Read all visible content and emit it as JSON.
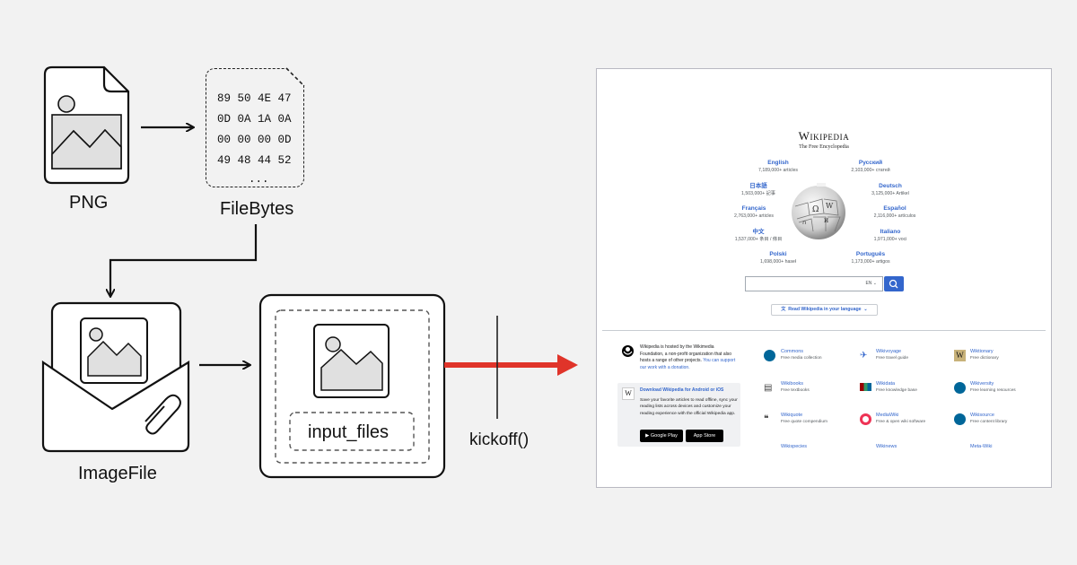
{
  "diagram": {
    "png_label": "PNG",
    "filebytes_label": "FileBytes",
    "hex_rows": [
      "89 50 4E 47",
      "0D 0A 1A 0A",
      "00 00 00 0D",
      "49 48 44 52"
    ],
    "hex_ellipsis": "...",
    "imagefile_label": "ImageFile",
    "input_files_label": "input_files",
    "kickoff_label": "kickoff()",
    "accent_color": "#e0342a"
  },
  "wikipedia": {
    "title": "Wikipedia",
    "subtitle": "The Free Encyclopedia",
    "languages_left": [
      {
        "name": "English",
        "count": "7,189,000+ articles"
      },
      {
        "name": "日本語",
        "count": "1,503,000+ 記事"
      },
      {
        "name": "Français",
        "count": "2,763,000+ articles"
      },
      {
        "name": "中文",
        "count": "1,537,000+ 条目 / 條目"
      },
      {
        "name": "Polski",
        "count": "1,698,000+ haseł"
      }
    ],
    "languages_right": [
      {
        "name": "Русский",
        "count": "2,103,000+ статей"
      },
      {
        "name": "Deutsch",
        "count": "3,125,000+ Artikel"
      },
      {
        "name": "Español",
        "count": "2,116,000+ artículos"
      },
      {
        "name": "Italiano",
        "count": "1,971,000+ voci"
      },
      {
        "name": "Português",
        "count": "1,173,000+ artigos"
      }
    ],
    "search_lang": "EN",
    "read_language": "Read Wikipedia in your language",
    "hosted_text": "Wikipedia is hosted by the Wikimedia Foundation, a non-profit organization that also hosts a range of other projects.",
    "support_link": "You can support our work with a donation.",
    "download_title": "Download Wikipedia for Android or iOS",
    "download_text": "Save your favorite articles to read offline, sync your reading lists across devices and customize your reading experience with the official Wikipedia app.",
    "google_play": "Google Play",
    "app_store": "App Store",
    "projects": [
      {
        "name": "Commons",
        "desc": "Free media collection"
      },
      {
        "name": "Wikivoyage",
        "desc": "Free travel guide"
      },
      {
        "name": "Wiktionary",
        "desc": "Free dictionary"
      },
      {
        "name": "Wikibooks",
        "desc": "Free textbooks"
      },
      {
        "name": "Wikidata",
        "desc": "Free knowledge base"
      },
      {
        "name": "Wikiversity",
        "desc": "Free learning resources"
      },
      {
        "name": "Wikiquote",
        "desc": "Free quote compendium"
      },
      {
        "name": "MediaWiki",
        "desc": "Free & open wiki software"
      },
      {
        "name": "Wikisource",
        "desc": "Free content library"
      },
      {
        "name": "Wikispecies",
        "desc": ""
      },
      {
        "name": "Wikinews",
        "desc": ""
      },
      {
        "name": "Meta-Wiki",
        "desc": ""
      }
    ]
  }
}
